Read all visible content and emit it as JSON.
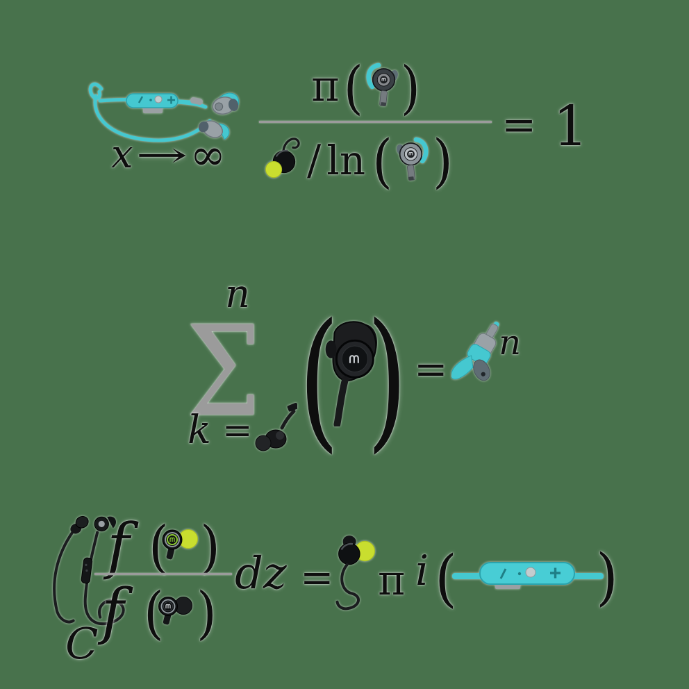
{
  "background_color": "#48724C",
  "colors": {
    "teal": "#45C8D0",
    "teal_dark": "#2BA3AC",
    "yellow_tip": "#C9DE2F",
    "green_logo": "#8BC832",
    "device_gray": "#99A1A6",
    "device_black": "#17191B",
    "sigma_gray": "#9B9B9B",
    "fraction_bar_gray": "#9B9B9B",
    "ink": "#0E0E0E"
  },
  "symbols": {
    "lparen": "(",
    "rparen": ")",
    "equals": "=",
    "slash": "/"
  },
  "equation_limit": {
    "variable": "x",
    "arrow": "→",
    "infinity": "∞",
    "pi": "π",
    "log": "ln",
    "result": "1"
  },
  "equation_sum": {
    "upper_bound": "n",
    "sigma": "Σ",
    "index": "k",
    "exponent": "n"
  },
  "equation_integral": {
    "contour": "C",
    "numerator_f": "f",
    "denominator_f": "f",
    "differential": "dz",
    "pi": "π",
    "imaginary_unit": "i"
  },
  "icons": {
    "neckband_earbuds_icon": "teal wireless earbud set with inline remote (minus, dot, button, plus)",
    "hook_earbud_icon": "gray sport earbud with teal ear hook",
    "yellow_tip_earbud_icon": "black earbud with yellow foam tip and thin cable",
    "large_black_earbud_icon": "large black earbud with ear wing and flat cable",
    "small_black_earbud_icon": "black earbud with cable and jack",
    "teal_sport_earbud_icon": "teal sport earbud with fin and gray tip",
    "contour_cable_earbuds_icon": "black earbud pair whose looping cable forms the contour integral",
    "green_ring_earbud_icon": "black earbud with green logo ring and yellow tip",
    "chrome_ring_earbud_icon": "black earbud with chrome logo ring",
    "s_cable_earbud_icon": "yellow-tip earbud with S-curved cable",
    "teal_inline_remote_icon": "teal inline remote with minus, dot, round button and plus"
  }
}
